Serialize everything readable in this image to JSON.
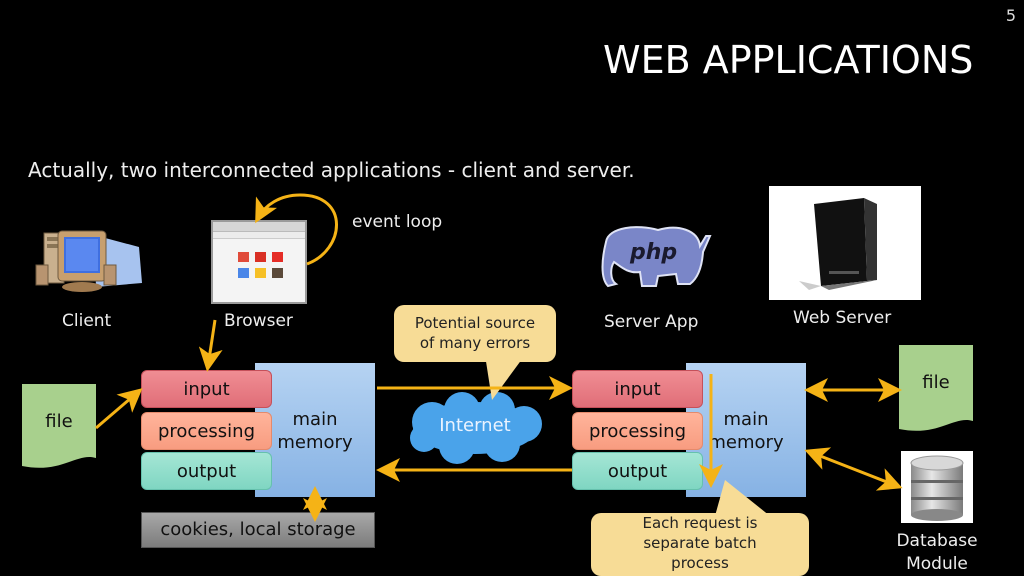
{
  "slide": {
    "page_number": "5",
    "title": "WEB APPLICATIONS",
    "subtitle": "Actually, two interconnected applications - client and server."
  },
  "client_side": {
    "client_label": "Client",
    "browser_label": "Browser",
    "event_loop_label": "event loop",
    "file_label": "file",
    "blocks": {
      "input": "input",
      "processing": "processing",
      "output": "output"
    },
    "memory_line1": "main",
    "memory_line2": "memory",
    "storage_label": "cookies, local storage"
  },
  "network": {
    "internet_label": "Internet",
    "callout_line1": "Potential source",
    "callout_line2": "of many errors"
  },
  "server_side": {
    "server_app_label": "Server App",
    "php_logo_text": "php",
    "web_server_label": "Web Server",
    "blocks": {
      "input": "input",
      "processing": "processing",
      "output": "output"
    },
    "memory_line1": "main",
    "memory_line2": "memory",
    "callout_line1": "Each request is",
    "callout_line2": "separate batch",
    "callout_line3": "process",
    "file_label": "file",
    "database_line1": "Database",
    "database_line2": "Module"
  },
  "colors": {
    "arrow": "#f5b316",
    "background": "#000000"
  }
}
